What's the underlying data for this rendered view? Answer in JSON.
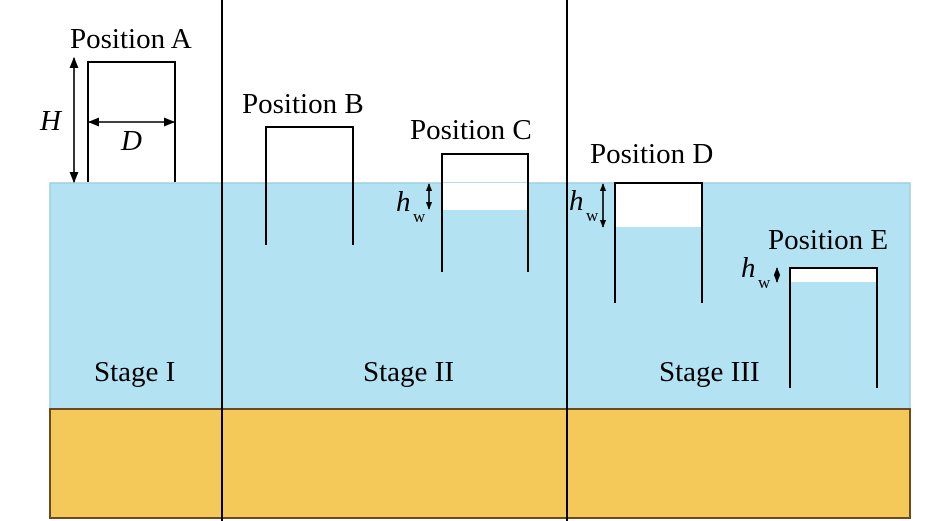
{
  "colors": {
    "water": "#b3e3f3",
    "water_edge": "#9fcfe2",
    "soil": "#f4c95a",
    "soil_edge": "#6b4a1e",
    "line": "#000000",
    "air": "#ffffff"
  },
  "positions": {
    "a": "Position A",
    "b": "Position B",
    "c": "Position C",
    "d": "Position D",
    "e": "Position E"
  },
  "stages": {
    "one": "Stage I",
    "two": "Stage II",
    "three": "Stage III"
  },
  "symbols": {
    "height": "H",
    "diameter": "D",
    "h": "h",
    "w_sub": "w"
  }
}
